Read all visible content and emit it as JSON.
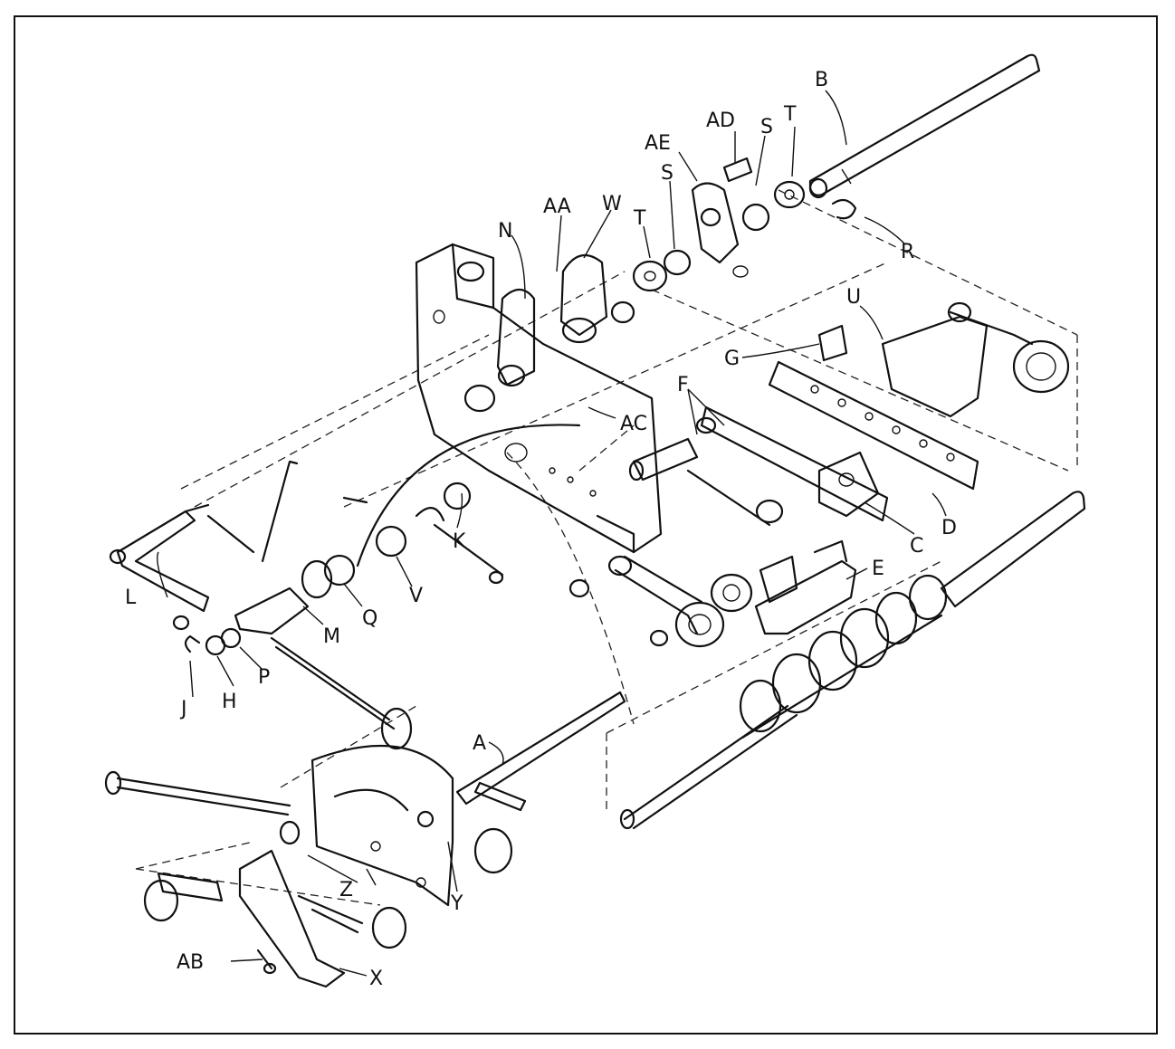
{
  "labels": {
    "A": "A",
    "B": "B",
    "C": "C",
    "D": "D",
    "E": "E",
    "F": "F",
    "G": "G",
    "H": "H",
    "J": "J",
    "K": "K",
    "L": "L",
    "M": "M",
    "N": "N",
    "P": "P",
    "Q": "Q",
    "R": "R",
    "S1": "S",
    "S2": "S",
    "T1": "T",
    "T2": "T",
    "U": "U",
    "V": "V",
    "W": "W",
    "X": "X",
    "Y": "Y",
    "Z": "Z",
    "AA": "AA",
    "AB": "AB",
    "AC": "AC",
    "AD": "AD",
    "AE": "AE"
  }
}
